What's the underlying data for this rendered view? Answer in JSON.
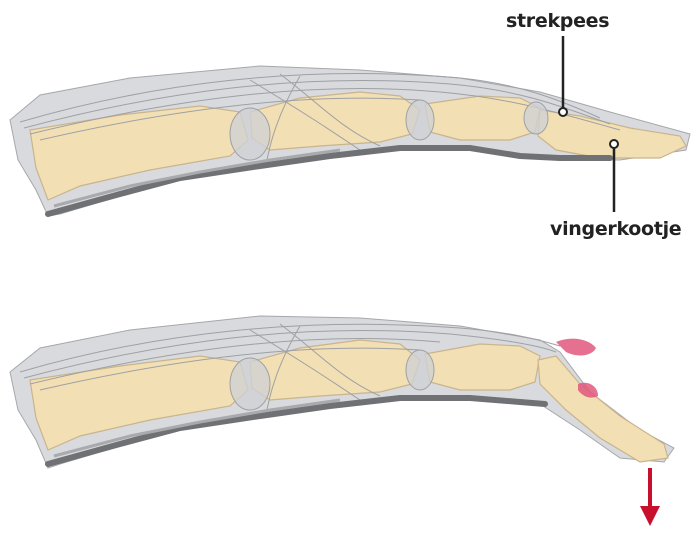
{
  "labels": {
    "extensor_tendon": "strekpees",
    "phalanx": "vingerkootje"
  },
  "colors": {
    "bone": "#f3dfb4",
    "bone_outline": "#c9b48c",
    "tissue": "#c9cacd",
    "tissue_dark": "#8d8f93",
    "sheath": "#6f7174",
    "injury": "#e0577c",
    "arrow": "#c8102e",
    "pointer": "#222222"
  },
  "icons": {
    "injury_marker": "tear-marker",
    "motion_arrow": "arrow-down-icon"
  }
}
